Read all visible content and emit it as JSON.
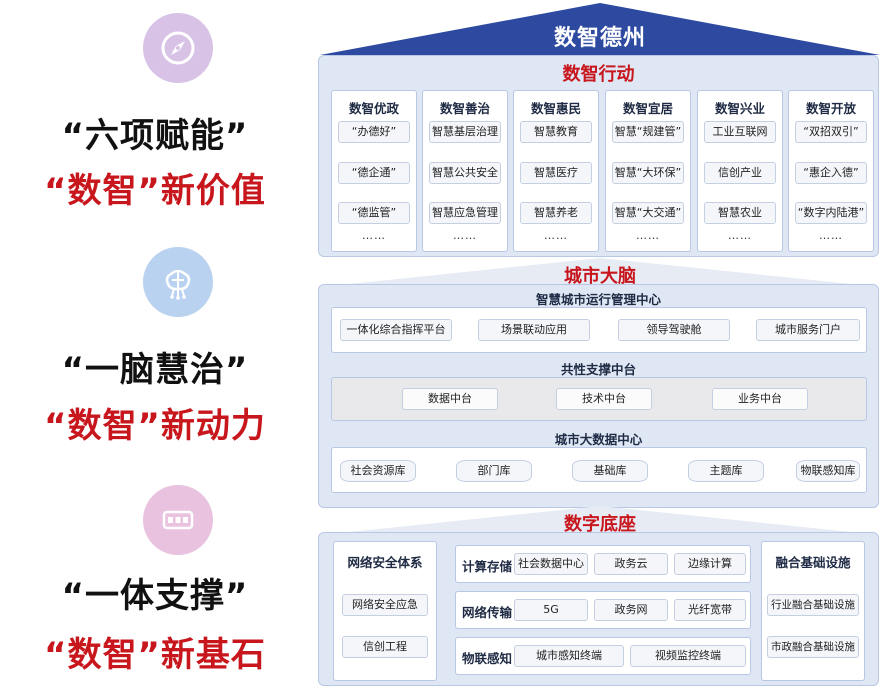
{
  "left": {
    "blocks": [
      {
        "icon": "compass-icon",
        "line1": "“六项赋能”",
        "line2": "“数智”新价值"
      },
      {
        "icon": "brain-circuit-icon",
        "line1": "“一脑慧治”",
        "line2": "“数智”新动力"
      },
      {
        "icon": "board-icon",
        "line1": "“一体支撑”",
        "line2": "“数智”新基石"
      }
    ]
  },
  "top": {
    "title": "数智德州"
  },
  "action": {
    "title": "数智行动",
    "columns": [
      {
        "head": "数智优政",
        "items": [
          "“办德好”",
          "“德企通”",
          "“德监管”"
        ],
        "more": "……"
      },
      {
        "head": "数智善治",
        "items": [
          "智慧基层治理",
          "智慧公共安全",
          "智慧应急管理"
        ],
        "more": "……"
      },
      {
        "head": "数智惠民",
        "items": [
          "智慧教育",
          "智慧医疗",
          "智慧养老"
        ],
        "more": "……"
      },
      {
        "head": "数智宜居",
        "items": [
          "智慧“规建管”",
          "智慧“大环保”",
          "智慧“大交通”"
        ],
        "more": "……"
      },
      {
        "head": "数智兴业",
        "items": [
          "工业互联网",
          "信创产业",
          "智慧农业"
        ],
        "more": "……"
      },
      {
        "head": "数智开放",
        "items": [
          "“双招双引”",
          "“惠企入德”",
          "“数字内陆港”"
        ],
        "more": "……"
      }
    ]
  },
  "brain": {
    "title": "城市大脑",
    "ops": {
      "head": "智慧城市运行管理中心",
      "items": [
        "一体化综合指挥平台",
        "场景联动应用",
        "领导驾驶舱",
        "城市服务门户"
      ]
    },
    "common": {
      "head": "共性支撑中台",
      "items": [
        "数据中台",
        "技术中台",
        "业务中台"
      ]
    },
    "bigdata": {
      "head": "城市大数据中心",
      "items": [
        "社会资源库",
        "部门库",
        "基础库",
        "主题库",
        "物联感知库"
      ]
    }
  },
  "base": {
    "title": "数字底座",
    "security": {
      "head": "网络安全体系",
      "items": [
        "网络安全应急",
        "信创工程"
      ]
    },
    "rows": [
      {
        "label": "计算存储",
        "items": [
          "社会数据中心",
          "政务云",
          "边缘计算"
        ]
      },
      {
        "label": "网络传输",
        "items": [
          "5G",
          "政务网",
          "光纤宽带"
        ]
      },
      {
        "label": "物联感知",
        "items": [
          "城市感知终端",
          "视频监控终端"
        ]
      }
    ],
    "infra": {
      "head": "融合基础设施",
      "items": [
        "行业融合基础设施",
        "市政融合基础设施"
      ]
    }
  },
  "colors": {
    "accent_red": "#c8161d",
    "roof_blue": "#2d4aa0",
    "panel_bg": "#dfe7f5"
  }
}
